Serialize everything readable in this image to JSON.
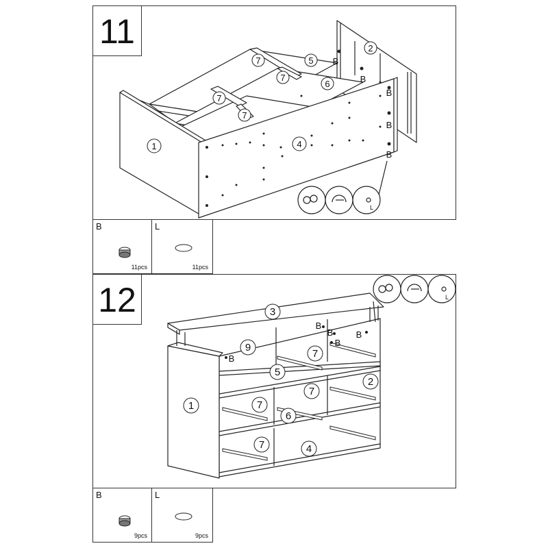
{
  "step11": {
    "number": "11",
    "labels": {
      "p1": "1",
      "p2": "2",
      "p4": "4",
      "p5": "5",
      "p6": "6",
      "p7": "7",
      "b": "B"
    },
    "parts": [
      {
        "label": "B",
        "qty": "11pcs"
      },
      {
        "label": "L",
        "qty": "11pcs"
      }
    ],
    "detail_label": "L"
  },
  "step12": {
    "number": "12",
    "labels": {
      "p1": "1",
      "p2": "2",
      "p3": "3",
      "p4": "4",
      "p5": "5",
      "p6": "6",
      "p7": "7",
      "p9": "9",
      "b": "B"
    },
    "parts": [
      {
        "label": "B",
        "qty": "9pcs"
      },
      {
        "label": "L",
        "qty": "9pcs"
      }
    ],
    "detail_label": "L"
  }
}
